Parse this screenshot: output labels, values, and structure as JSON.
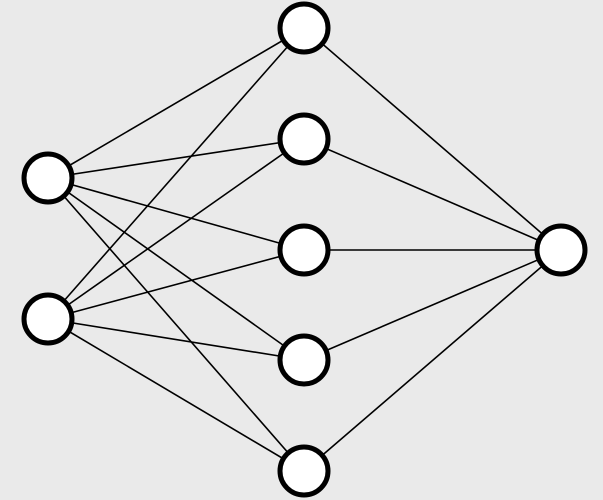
{
  "diagram": {
    "type": "feedforward-neural-network",
    "layers": [
      {
        "name": "input",
        "node_count": 2
      },
      {
        "name": "hidden",
        "node_count": 5
      },
      {
        "name": "output",
        "node_count": 1
      }
    ],
    "connectivity": "fully-connected-between-adjacent-layers",
    "labels": []
  },
  "colors": {
    "background": "#eaeaea",
    "node_fill": "#ffffff",
    "node_stroke": "#000000",
    "edge_stroke": "#000000"
  }
}
